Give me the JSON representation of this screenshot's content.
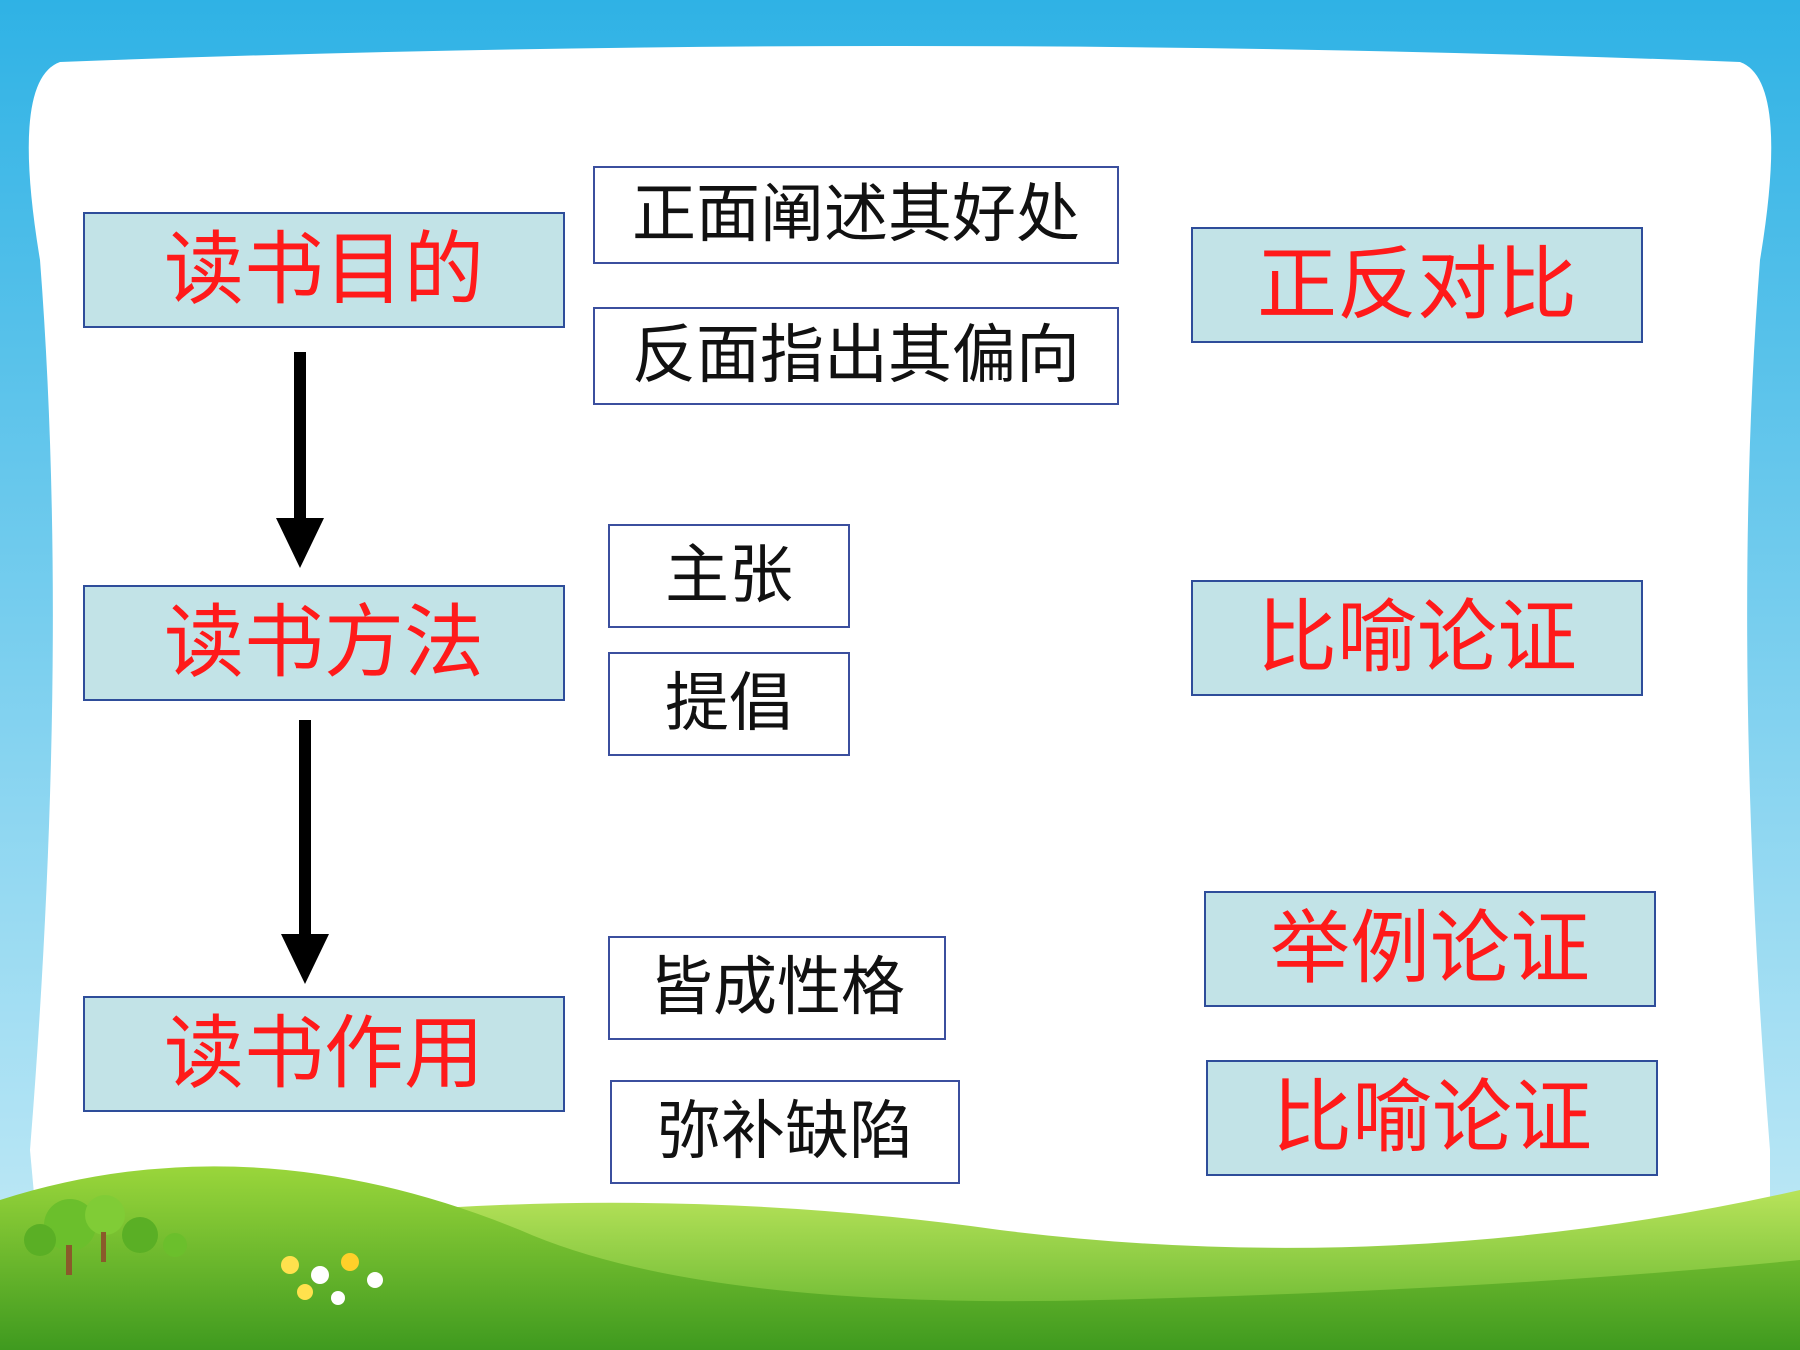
{
  "diagram": {
    "stages": [
      {
        "label": "读书目的"
      },
      {
        "label": "读书方法"
      },
      {
        "label": "读书作用"
      }
    ],
    "details": [
      {
        "label": "正面阐述其好处"
      },
      {
        "label": "反面指出其偏向"
      },
      {
        "label": "主张"
      },
      {
        "label": "提倡"
      },
      {
        "label": "皆成性格"
      },
      {
        "label": "弥补缺陷"
      }
    ],
    "techniques": [
      {
        "label": "正反对比"
      },
      {
        "label": "比喻论证"
      },
      {
        "label": "举例论证"
      },
      {
        "label": "比喻论证"
      }
    ]
  },
  "colors": {
    "main_box_fill": "#c2e3e7",
    "main_text": "#ff1a1a",
    "box_border": "#2e4d9a",
    "detail_fill": "#ffffff",
    "arrow": "#000000"
  }
}
